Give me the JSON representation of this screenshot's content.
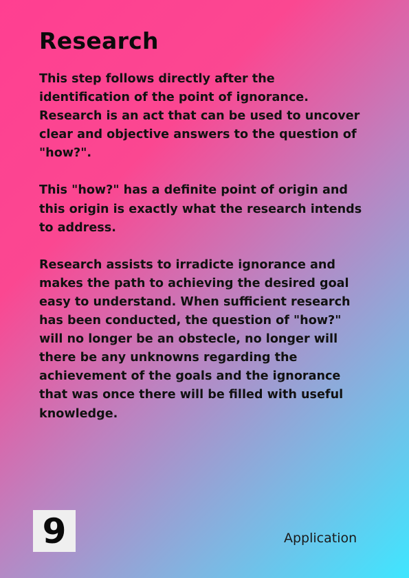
{
  "title": "Research",
  "paragraphs": [
    "This step follows directly after the identification of the point of ignorance. Research is an act that can be used to uncover clear and objective answers to the question of \"how?\".",
    "This \"how?\" has a definite point of origin and this origin is exactly what the research intends to address.",
    "Research assists to irradicte ignorance and makes the path to achieving the desired goal easy to understand. When sufficient research has been conducted, the question of \"how?\" will no longer be an obstecle, no longer will there be any unknowns regarding the achievement of the goals and the ignorance that was once there will be filled with useful knowledge."
  ],
  "footer": {
    "page_number": "9",
    "label": "Application"
  },
  "colors": {
    "gradient_start": "#ff3f91",
    "gradient_end": "#3fe6ff",
    "page_number_box": "#efefef"
  }
}
